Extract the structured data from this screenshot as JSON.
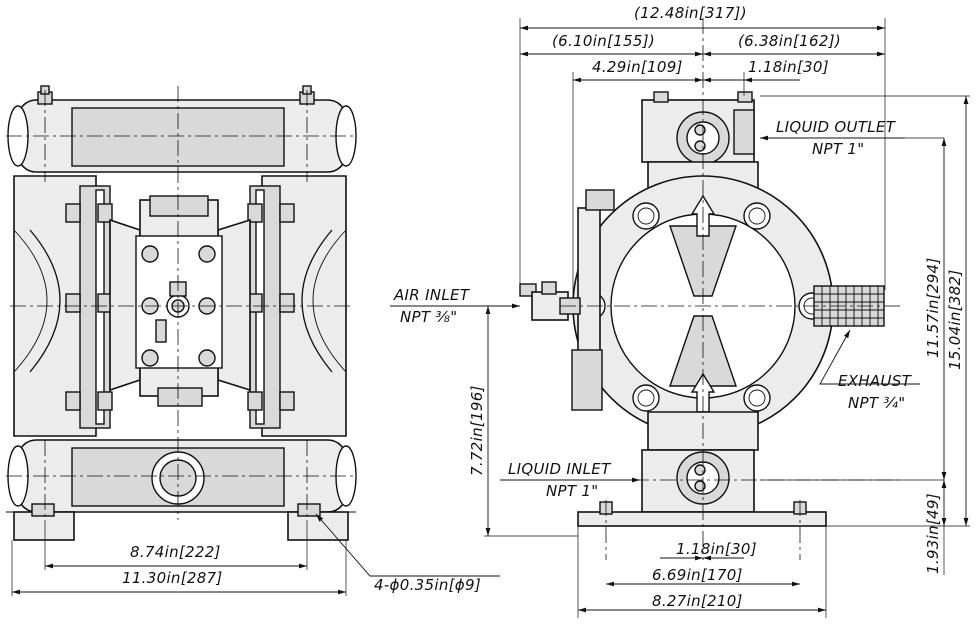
{
  "dimensions": {
    "overall_width_side": "(12.48in[317])",
    "left_offset_side": "(6.10in[155])",
    "right_offset_side": "(6.38in[162])",
    "air_offset": "4.29in[109]",
    "outlet_offset": "1.18in[30]",
    "bolt_spacing_front": "8.74in[222]",
    "base_width_front": "11.30in[287]",
    "mount_holes": "4-ϕ0.35in[ϕ9]",
    "inlet_offset_bottom": "1.18in[30]",
    "base_holes_side": "6.69in[170]",
    "base_width_side": "8.27in[210]",
    "air_inlet_height": "7.72in[196]",
    "outlet_height": "11.57in[294]",
    "overall_height": "15.04in[382]",
    "inlet_height": "1.93in[49]"
  },
  "labels": {
    "liquid_outlet": "LIQUID OUTLET",
    "liquid_outlet_size": "NPT  1\"",
    "air_inlet": "AIR INLET",
    "air_inlet_size": "NPT ⅜\"",
    "exhaust": "EXHAUST",
    "exhaust_size": "NPT ¾\"",
    "liquid_inlet": "LIQUID INLET",
    "liquid_inlet_size": "NPT  1\""
  }
}
